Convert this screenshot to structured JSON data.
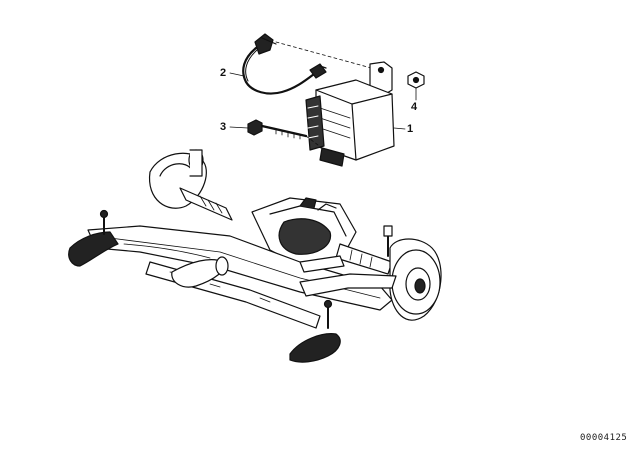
{
  "diagram": {
    "callouts": [
      {
        "id": "1",
        "label": "1"
      },
      {
        "id": "2",
        "label": "2"
      },
      {
        "id": "3",
        "label": "3"
      },
      {
        "id": "4",
        "label": "4"
      }
    ],
    "doc_id": "00004125"
  }
}
